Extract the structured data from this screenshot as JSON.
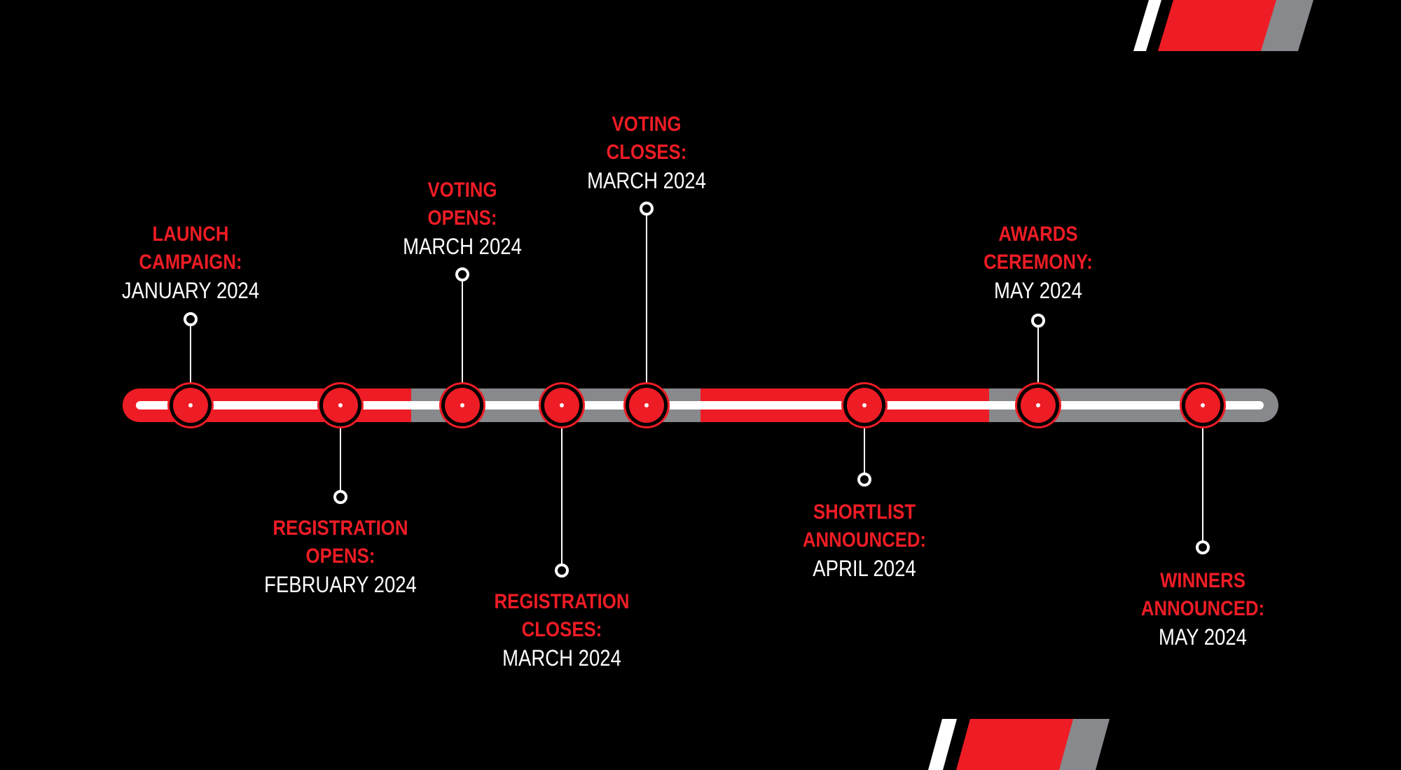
{
  "colors": {
    "background": "#000000",
    "accent_red": "#ee1c25",
    "accent_grey": "#88898c",
    "line_white": "#ffffff"
  },
  "timeline": {
    "events": [
      {
        "title": "LAUNCH CAMPAIGN:",
        "title_lines": [
          "LAUNCH",
          "CAMPAIGN:"
        ],
        "date": "JANUARY 2024",
        "side": "above"
      },
      {
        "title": "REGISTRATION OPENS:",
        "title_lines": [
          "REGISTRATION",
          "OPENS:"
        ],
        "date": "FEBRUARY 2024",
        "side": "below"
      },
      {
        "title": "VOTING OPENS:",
        "title_lines": [
          "VOTING",
          "OPENS:"
        ],
        "date": "MARCH 2024",
        "side": "above"
      },
      {
        "title": "REGISTRATION CLOSES:",
        "title_lines": [
          "REGISTRATION",
          "CLOSES:"
        ],
        "date": "MARCH 2024",
        "side": "below"
      },
      {
        "title": "VOTING CLOSES:",
        "title_lines": [
          "VOTING",
          "CLOSES:"
        ],
        "date": "MARCH 2024",
        "side": "above"
      },
      {
        "title": "SHORTLIST ANNOUNCED:",
        "title_lines": [
          "SHORTLIST",
          "ANNOUNCED:"
        ],
        "date": "APRIL 2024",
        "side": "below"
      },
      {
        "title": "AWARDS CEREMONY:",
        "title_lines": [
          "AWARDS",
          "CEREMONY:"
        ],
        "date": "MAY 2024",
        "side": "above"
      },
      {
        "title": "WINNERS ANNOUNCED:",
        "title_lines": [
          "WINNERS",
          "ANNOUNCED:"
        ],
        "date": "MAY 2024",
        "side": "below"
      }
    ]
  }
}
